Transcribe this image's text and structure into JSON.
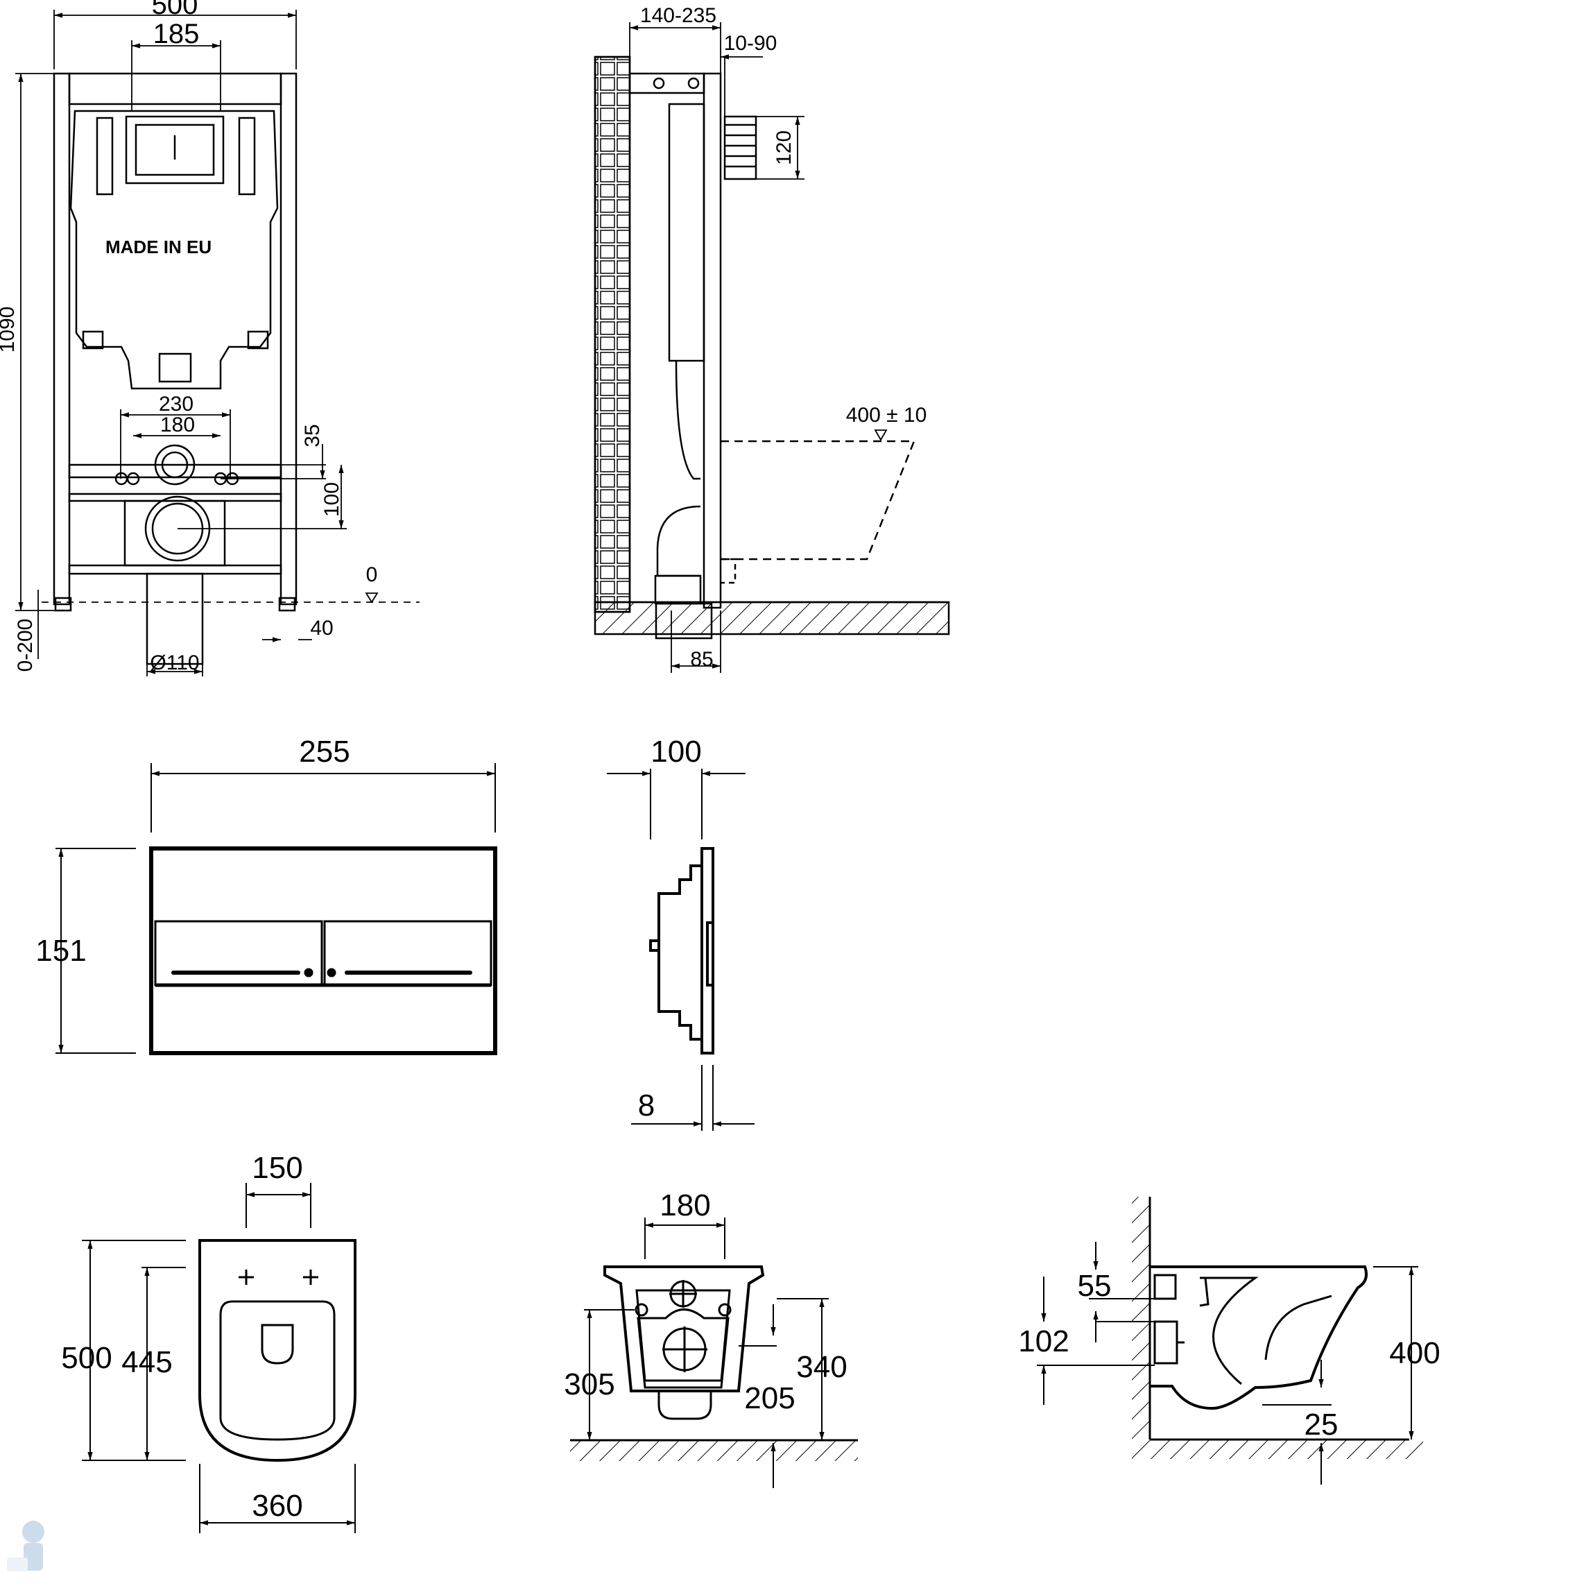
{
  "frame": {
    "label": "MADE IN EU",
    "dims": {
      "width": "500",
      "inner": "185",
      "height": "1090",
      "adjust": "0-200",
      "pipe_spacing": "230",
      "bolt_spacing": "180",
      "off35": "35",
      "off100": "100",
      "zero": "0",
      "foot": "40",
      "drain": "Ø110"
    }
  },
  "side": {
    "dims": {
      "depth": "140-235",
      "wall": "10-90",
      "tank": "120",
      "seat_height": "400 ± 10",
      "bottom": "85"
    }
  },
  "plate": {
    "dims": {
      "width": "255",
      "height": "151",
      "depth": "100",
      "thickness": "8"
    }
  },
  "bowl_top": {
    "dims": {
      "holes": "150",
      "length": "500",
      "inner": "445",
      "width": "360"
    }
  },
  "bowl_front": {
    "dims": {
      "top": "180",
      "h305": "305",
      "h340": "340",
      "h205": "205"
    }
  },
  "bowl_side": {
    "dims": {
      "d55": "55",
      "d102": "102",
      "height": "400",
      "d25": "25"
    }
  },
  "colors": {
    "line": "#000000",
    "paper": "#ffffff",
    "hatch": "#000000"
  }
}
